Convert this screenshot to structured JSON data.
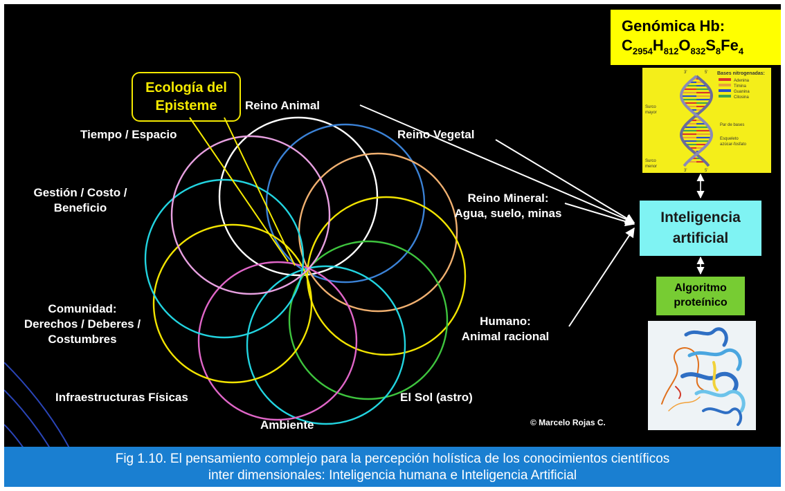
{
  "labels": {
    "reino_animal": "Reino Animal",
    "tiempo_espacio": "Tiempo / Espacio",
    "reino_vegetal": "Reino Vegetal",
    "gestion": "Gestión / Costo /",
    "beneficio": "Beneficio",
    "reino_mineral": "Reino Mineral:",
    "agua_suelo": "Agua, suelo, minas",
    "comunidad": "Comunidad:",
    "derechos": "Derechos / Deberes /",
    "costumbres": "Costumbres",
    "humano": "Humano:",
    "animal_racional": "Animal racional",
    "infraestructuras": "Infraestructuras Físicas",
    "el_sol": "El Sol (astro)",
    "ambiente": "Ambiente"
  },
  "ecologia": {
    "line1": "Ecología del",
    "line2": "Episteme"
  },
  "genomica": {
    "title": "Genómica Hb:",
    "formula": [
      {
        "el": "C",
        "sub": "2954"
      },
      {
        "el": "H",
        "sub": "812"
      },
      {
        "el": "O",
        "sub": "832"
      },
      {
        "el": "S",
        "sub": "8"
      },
      {
        "el": "Fe",
        "sub": "4"
      }
    ]
  },
  "dna_figure": {
    "legend_title": "Bases nitrogenadas:",
    "bases": [
      "Adenina",
      "Timina",
      "Guanina",
      "Citosina"
    ],
    "base_colors": [
      "#d9342b",
      "#e8a23a",
      "#2b4fc7",
      "#3fa34d"
    ],
    "annotations": {
      "surco_mayor": "Surco mayor",
      "surco_menor": "Surco menor",
      "par_de_bases": "Par de bases",
      "esqueleto": "Esqueleto azúcar-fosfato",
      "three_prime": "3'",
      "five_prime": "5'"
    }
  },
  "ia": {
    "line1": "Inteligencia",
    "line2": "artificial"
  },
  "algoritmo": {
    "line1": "Algoritmo",
    "line2": "proteínico"
  },
  "credit": "© Marcelo Rojas C.",
  "caption": {
    "line1": "Fig 1.10.  El pensamiento complejo para la percepción holística de los conocimientos científicos",
    "line2": "inter dimensionales: Inteligencia humana e Inteligencia Artificial"
  },
  "colors": {
    "background": "#000000",
    "accent_yellow": "#f5ea00",
    "ia_box": "#7ff3f3",
    "algoritmo_box": "#77cc33",
    "caption_bar": "#1a7fd1",
    "genomica_box": "#ffff00"
  },
  "circles": [
    {
      "name": "white",
      "color": "#ffffff"
    },
    {
      "name": "blue",
      "color": "#3b82d6"
    },
    {
      "name": "tan",
      "color": "#f0b070"
    },
    {
      "name": "yellow-right",
      "color": "#f2e400"
    },
    {
      "name": "green",
      "color": "#3ec43e"
    },
    {
      "name": "cyan-bottom",
      "color": "#22d4e0"
    },
    {
      "name": "pink-bottom",
      "color": "#e066c8"
    },
    {
      "name": "yellow-left",
      "color": "#f2e400"
    },
    {
      "name": "cyan-left",
      "color": "#22d4e0"
    },
    {
      "name": "pink-top",
      "color": "#e7a0e0"
    }
  ]
}
